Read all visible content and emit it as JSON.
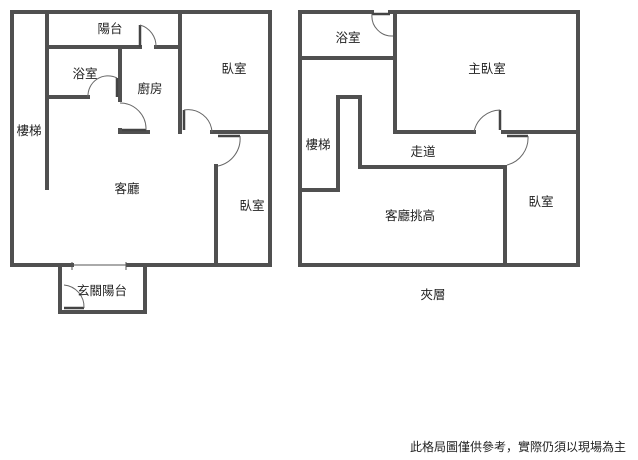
{
  "floor_plan": {
    "ground_floor": {
      "rooms": {
        "balcony": "陽台",
        "bathroom": "浴室",
        "kitchen": "廚房",
        "bedroom_top": "臥室",
        "stairs": "樓梯",
        "living_room": "客廳",
        "bedroom_right": "臥室",
        "entrance_balcony": "玄關陽台"
      }
    },
    "mezzanine": {
      "label": "夾層",
      "rooms": {
        "bathroom": "浴室",
        "master_bedroom": "主臥室",
        "stairs": "樓梯",
        "corridor": "走道",
        "living_double_height": "客廳挑高",
        "bedroom": "臥室"
      }
    }
  },
  "disclaimer": "此格局圖僅供參考，實際仍須以現場為主",
  "colors": {
    "wall": "#505050",
    "text": "#222222",
    "background": "#ffffff"
  }
}
